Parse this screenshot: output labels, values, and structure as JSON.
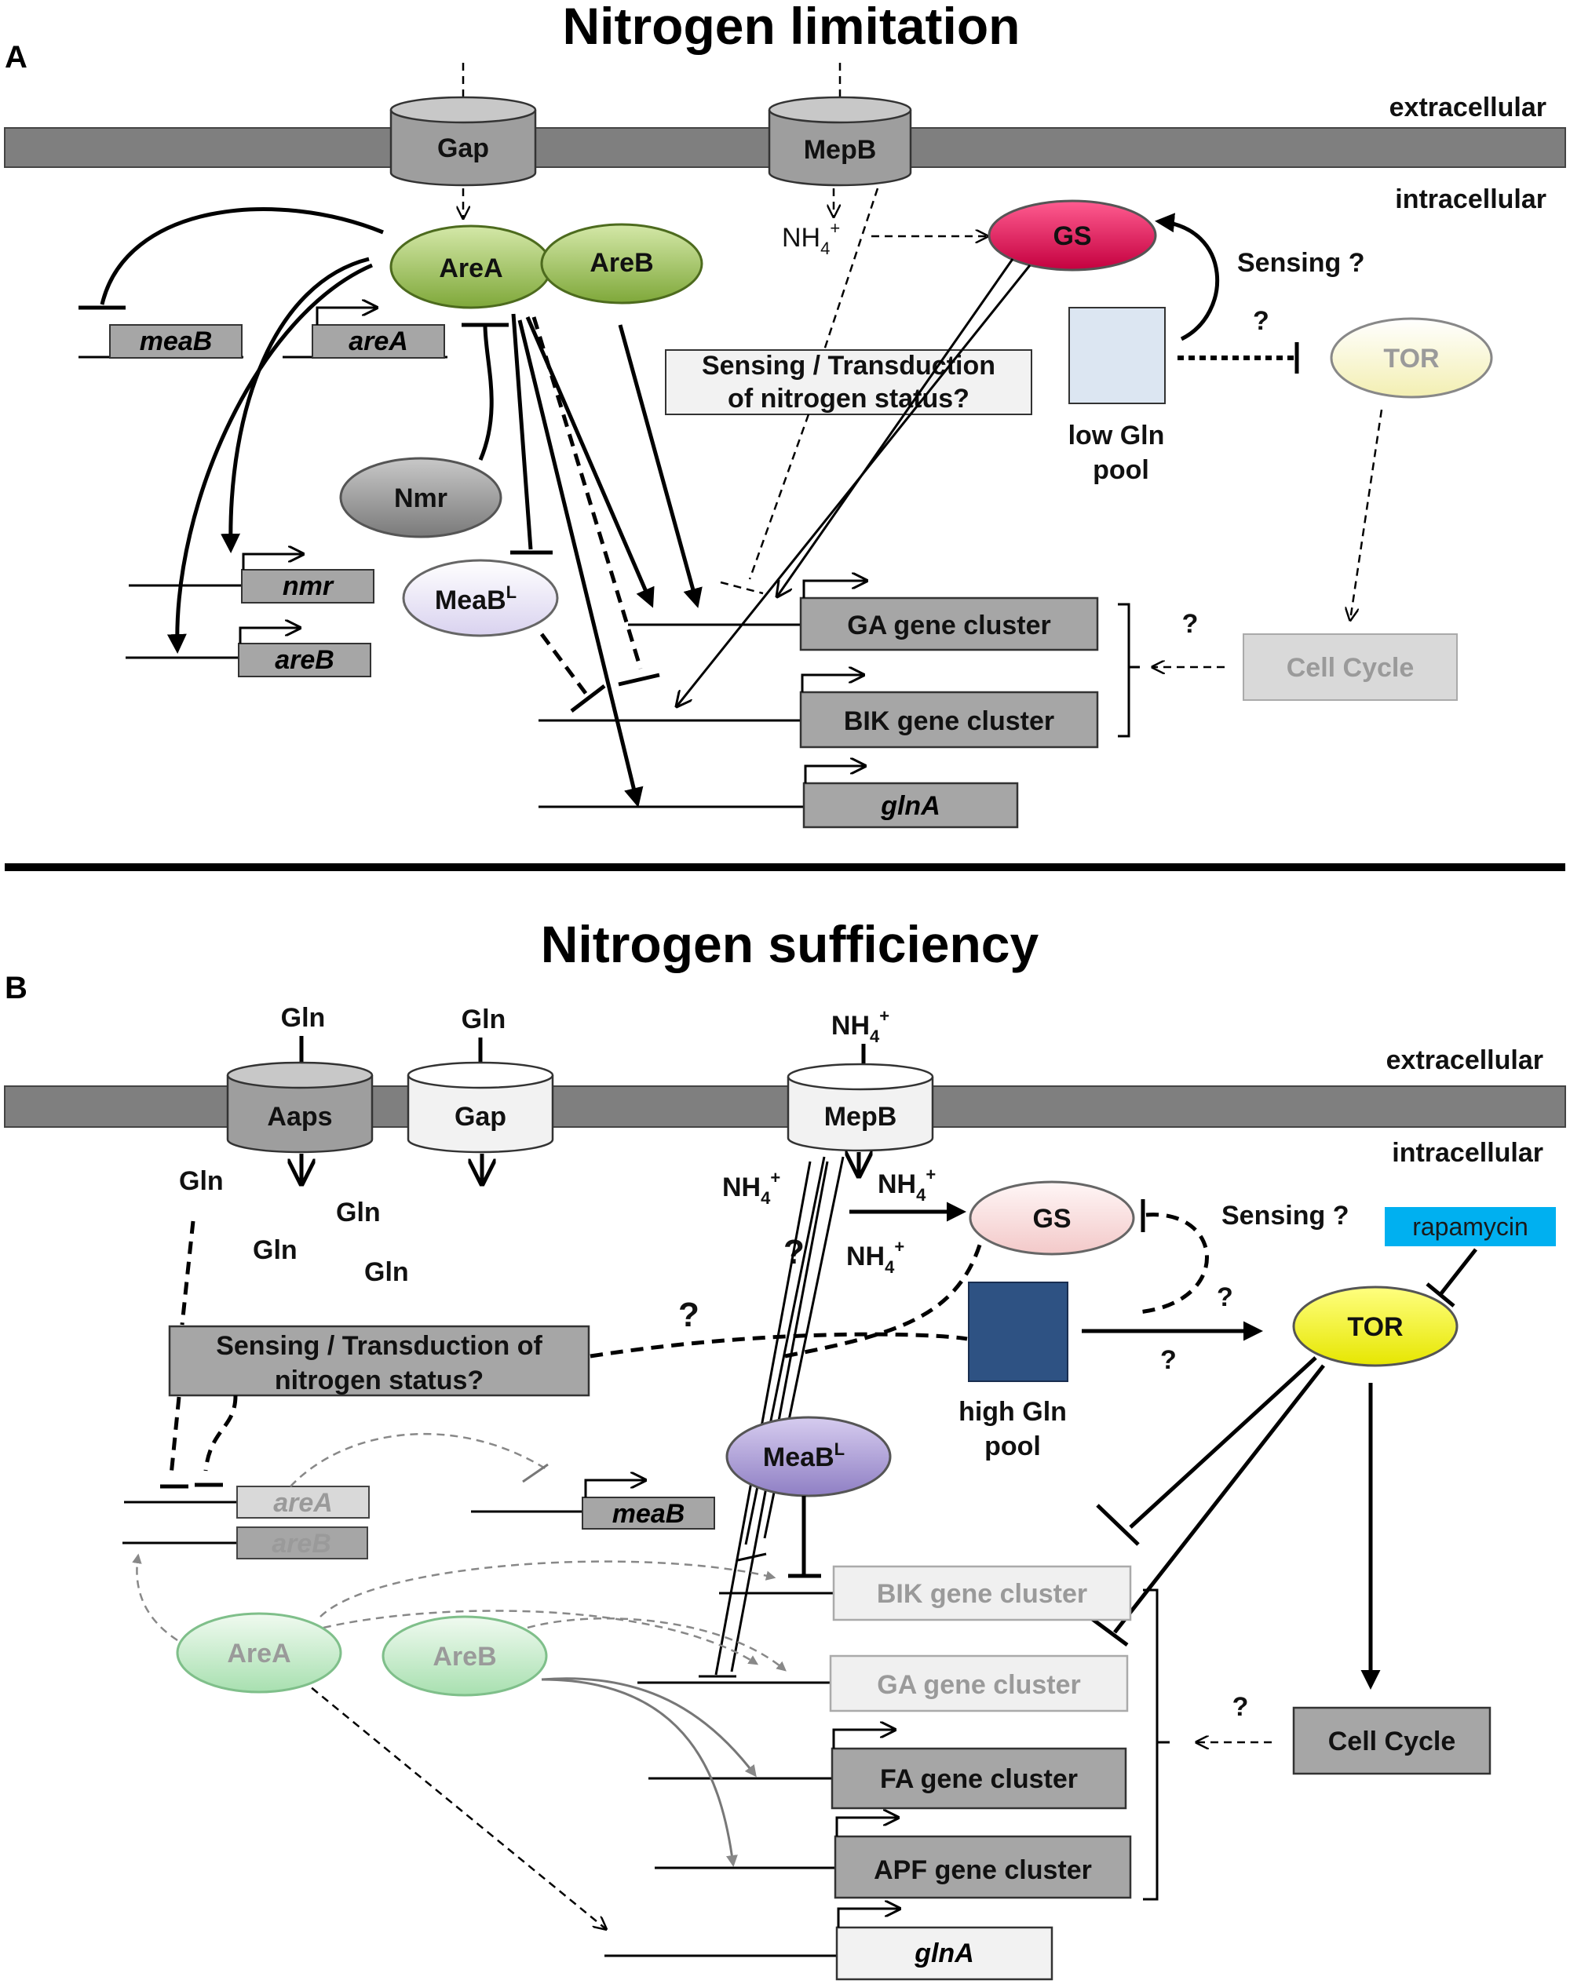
{
  "panel_a": {
    "letter": "A",
    "title": "Nitrogen limitation",
    "extracellular": "extracellular",
    "intracellular": "intracellular",
    "gap": "Gap",
    "mepb": "MepB",
    "nh4": "NH",
    "nh4_sub": "4",
    "nh4_sup": "+",
    "area": "AreA",
    "areb": "AreB",
    "gs": "GS",
    "sensing_q": "Sensing ?",
    "q": "?",
    "tor": "TOR",
    "low_gln_line1": "low Gln",
    "low_gln_line2": "pool",
    "transduction_line1": "Sensing / Transduction",
    "transduction_line2": "of  nitrogen  status?",
    "nmr": "Nmr",
    "meab": "MeaB",
    "meab_sup": "L",
    "gene_meab": "meaB",
    "gene_area": "areA",
    "gene_nmr": "nmr",
    "gene_areb": "areB",
    "ga_cluster": "GA gene cluster",
    "bik_cluster": "BIK gene cluster",
    "glna": "glnA",
    "cell_cycle": "Cell Cycle",
    "cluster_q": "?"
  },
  "panel_b": {
    "letter": "B",
    "title": "Nitrogen sufficiency",
    "extracellular": "extracellular",
    "intracellular": "intracellular",
    "gln": "Gln",
    "aaps": "Aaps",
    "gap": "Gap",
    "mepb": "MepB",
    "nh4": "NH",
    "nh4_sub": "4",
    "nh4_sup": "+",
    "q": "?",
    "gs": "GS",
    "sensing_q": "Sensing ?",
    "rapamycin": "rapamycin",
    "tor": "TOR",
    "high_gln_line1": "high Gln",
    "high_gln_line2": "pool",
    "transduction_line1": "Sensing / Transduction  of",
    "transduction_line2": "nitrogen  status?",
    "meab": "MeaB",
    "meab_sup": "L",
    "gene_area": "areA",
    "gene_areb": "areB",
    "gene_meab": "meaB",
    "area": "AreA",
    "areb": "AreB",
    "bik_cluster": "BIK gene cluster",
    "ga_cluster": "GA gene cluster",
    "fa_cluster": "FA gene cluster",
    "apf_cluster": "APF gene cluster",
    "glna": "glnA",
    "cell_cycle": "Cell Cycle",
    "cluster_q": "?"
  },
  "colors": {
    "membrane": "#7f7f7f",
    "area_green": "#9dc453",
    "gs_magenta": "#e8135d",
    "tor_pale": "#fdfbd8",
    "tor_yellow": "#ffff00",
    "low_gln": "#dce6f2",
    "high_gln": "#2e5283",
    "rapamycin": "#00b0f0",
    "meab_purple": "#b4a7d6",
    "gene_box": "#a6a6a6"
  }
}
